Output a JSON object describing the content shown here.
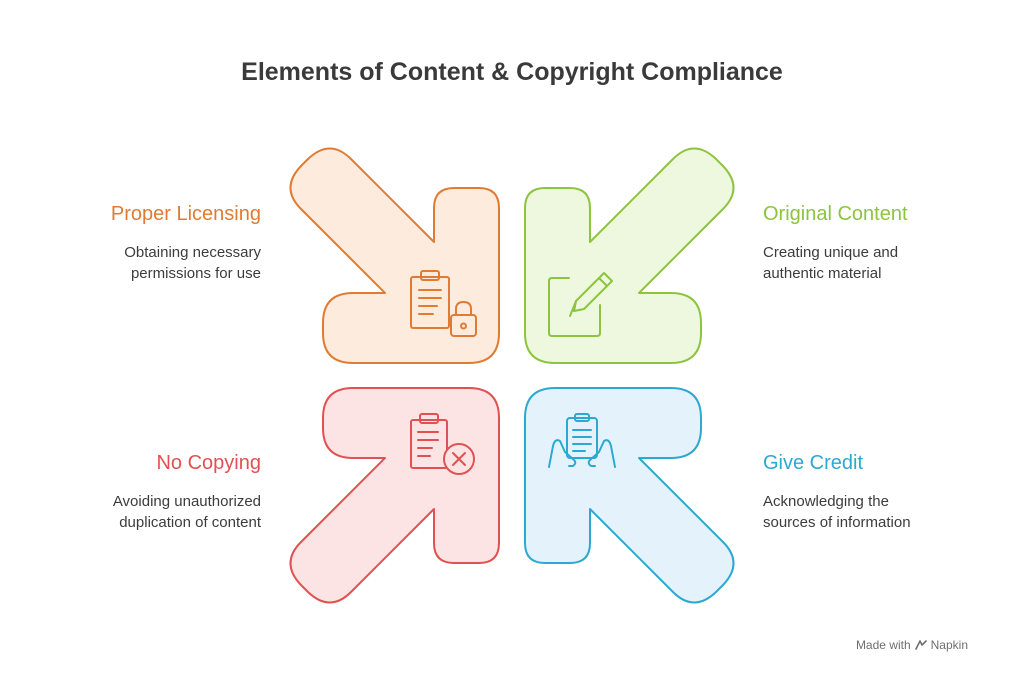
{
  "title": "Elements of Content & Copyright Compliance",
  "quadrants": {
    "top_left": {
      "heading": "Proper Licensing",
      "desc_lines": [
        "Obtaining necessary",
        "permissions for use"
      ],
      "color": "#E07B33",
      "fill": "#FDEBDD",
      "icon": "clipboard-lock-icon"
    },
    "top_right": {
      "heading": "Original Content",
      "desc_lines": [
        "Creating unique and",
        "authentic material"
      ],
      "color": "#8CC43F",
      "fill": "#EEF8DE",
      "icon": "pen-on-square-icon"
    },
    "bottom_left": {
      "heading": "No Copying",
      "desc_lines": [
        "Avoiding unauthorized",
        "duplication of content"
      ],
      "color": "#E05252",
      "fill": "#FDE4E4",
      "icon": "clipboard-x-icon"
    },
    "bottom_right": {
      "heading": "Give Credit",
      "desc_lines": [
        "Acknowledging the",
        "sources of information"
      ],
      "color": "#2BA9D2",
      "fill": "#E4F3FB",
      "icon": "hands-holding-document-icon"
    }
  },
  "footer": {
    "made_with": "Made with",
    "brand": "Napkin",
    "icon": "napkin-logo-icon"
  }
}
